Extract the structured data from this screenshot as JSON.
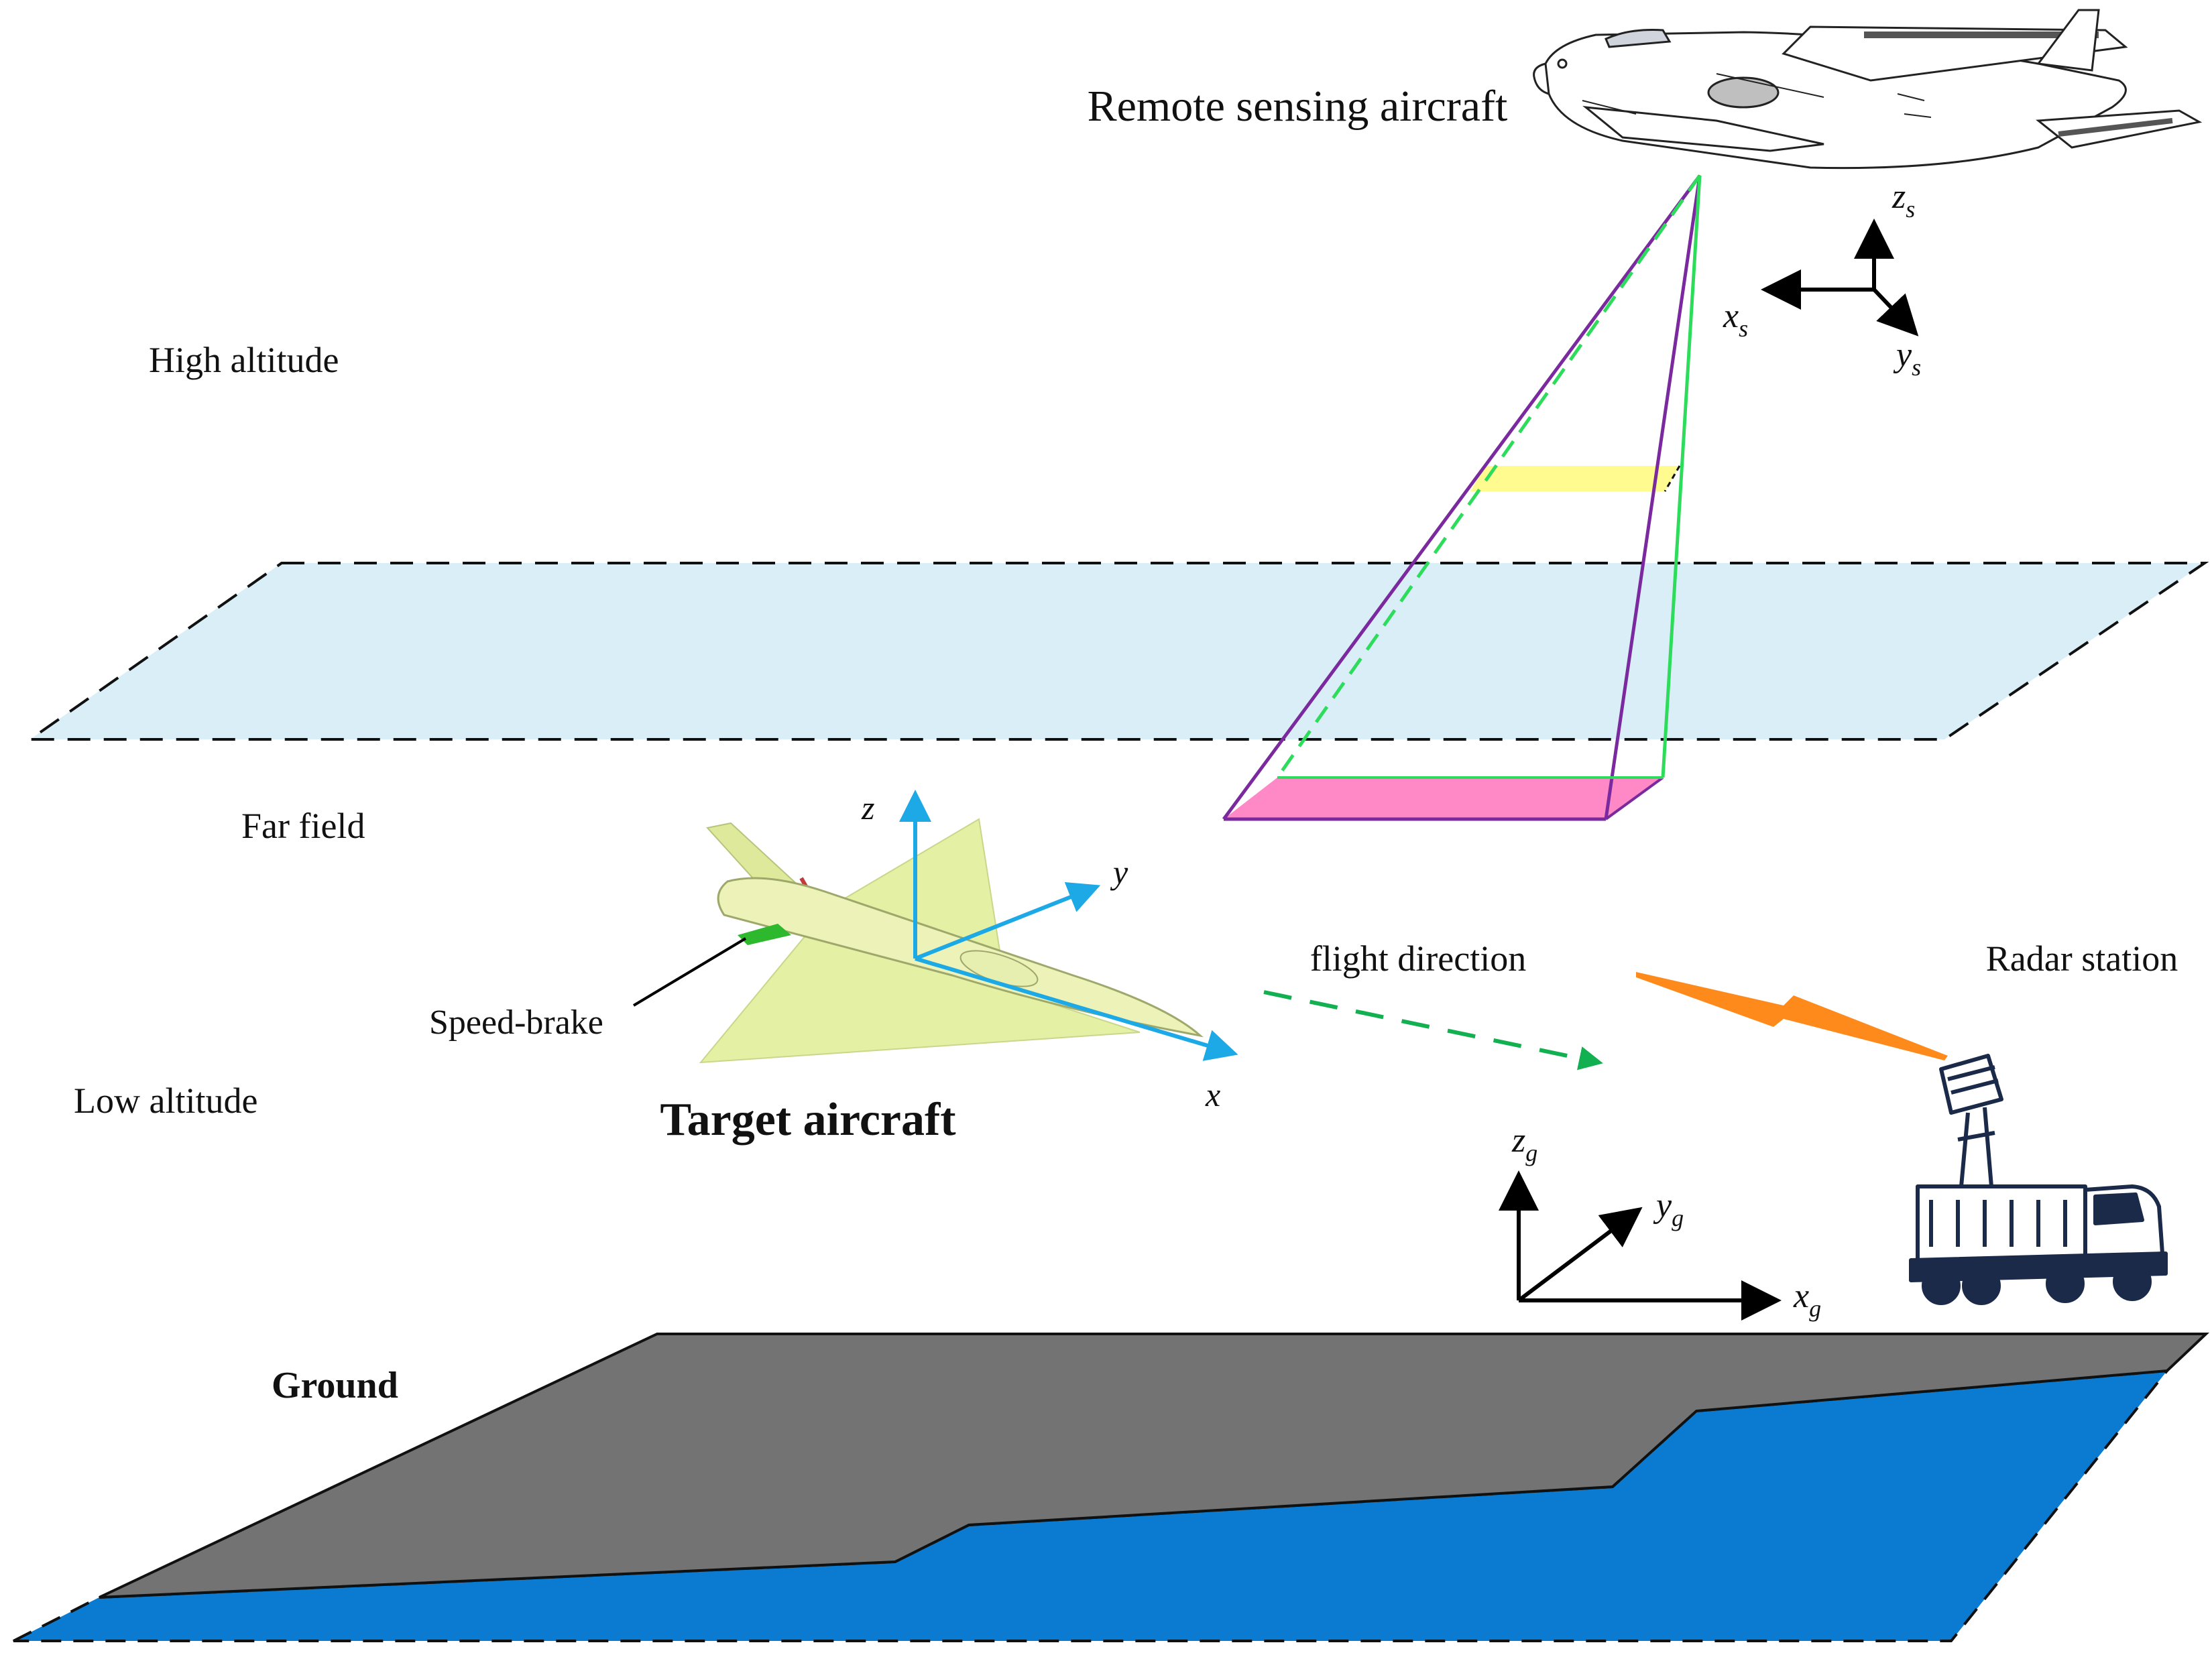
{
  "labels": {
    "remote_aircraft": "Remote sensing aircraft",
    "high_altitude": "High altitude",
    "far_field": "Far field",
    "low_altitude": "Low altitude",
    "speed_brake": "Speed-brake",
    "target_aircraft": "Target aircraft",
    "flight_direction": "flight direction",
    "radar_station": "Radar station",
    "ground": "Ground"
  },
  "axes": {
    "sensor": {
      "x": "x",
      "x_sub": "s",
      "y": "y",
      "y_sub": "s",
      "z": "z",
      "z_sub": "s"
    },
    "body": {
      "x": "x",
      "y": "y",
      "z": "z"
    },
    "ground": {
      "x": "x",
      "x_sub": "g",
      "y": "y",
      "y_sub": "g",
      "z": "z",
      "z_sub": "g"
    }
  },
  "colors": {
    "far_field_plane": "#d9eef7",
    "ground_top": "#737373",
    "water": "#0a7bd0",
    "beam_purple": "#7a2a9e",
    "beam_green": "#2ddc5a",
    "footprint_pink": "#ff88c6",
    "slice_yellow": "#fffb8e",
    "axis_blue": "#1ca9e6",
    "flight_arrow": "#12b050",
    "radar_beam": "#ff8a1c",
    "radar_truck": "#1b2a48",
    "target_body": "#e4f0a4"
  }
}
